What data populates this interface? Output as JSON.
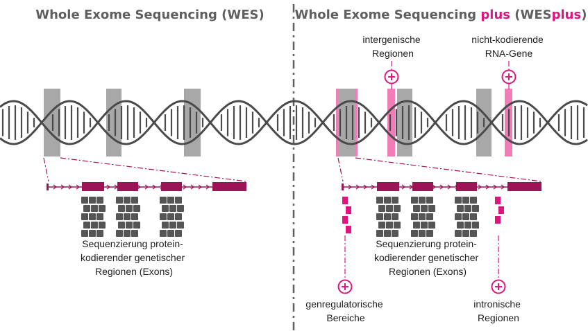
{
  "left_title": "Whole Exome Sequencing (WES)",
  "right_title": {
    "prefix": "Whole Exome Sequencing ",
    "accent1": "plus",
    "middle": " (WES",
    "accent2": "plus",
    "suffix": ")"
  },
  "labels": {
    "intergenic": [
      "intergenische",
      "Regionen"
    ],
    "noncoding": [
      "nicht-kodierende",
      "RNA-Gene"
    ],
    "sequencing_left": [
      "Sequenzierung protein-",
      "kodierender genetischer",
      "Regionen (Exons)"
    ],
    "sequencing_right": [
      "Sequenzierung protein-",
      "kodierender genetischer",
      "Regionen (Exons)"
    ],
    "regulatory": [
      "genregulatorische",
      "Bereiche"
    ],
    "intronic": [
      "intronische",
      "Regionen"
    ]
  },
  "icons": {
    "plus": "plus-circle-icon",
    "reads": "sequencing-reads-icon",
    "dna": "dna-double-helix"
  },
  "colors": {
    "title_gray": "#5f5f5f",
    "accent_pink": "#e0147f",
    "light_pink": "#f07cb8",
    "exon_maroon": "#9c1456",
    "helix_gray": "#4a4a4a",
    "band_gray": "#a8a8a8",
    "read_gray": "#555555"
  }
}
